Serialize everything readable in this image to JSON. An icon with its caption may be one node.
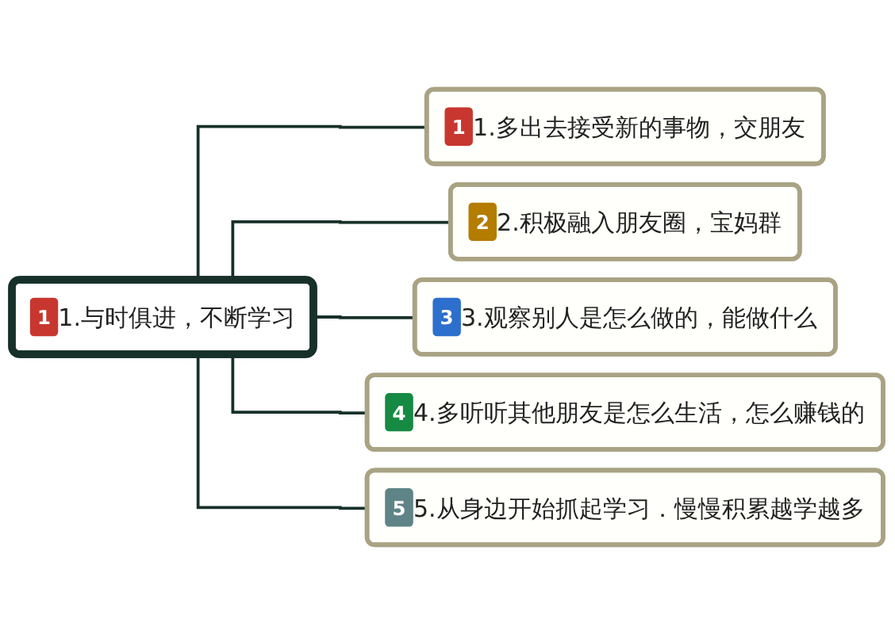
{
  "diagram": {
    "nodes": [
      {
        "text": [
          "1",
          "1.与时俱进，不断学习"
        ]
      },
      {
        "text": [
          "1",
          "1.多出去接受新的事物，交朋友"
        ]
      },
      {
        "text": [
          "2",
          "2.积极融入朋友圈，宝妈群"
        ]
      },
      {
        "text": [
          "3",
          "3.观察别人是怎么做的，能做什么"
        ]
      },
      {
        "text": [
          "4",
          "4.多听听其他朋友是怎么生活，怎么赚钱的"
        ]
      },
      {
        "text": [
          "5",
          "5.从身边开始抓起学习．慢慢积累越学越多"
        ]
      }
    ],
    "edges": [
      {
        "from": 0,
        "to": 1,
        "arrow": "none"
      },
      {
        "from": 0,
        "to": 2,
        "arrow": "none"
      },
      {
        "from": 0,
        "to": 3,
        "arrow": "none"
      },
      {
        "from": 0,
        "to": 4,
        "arrow": "none"
      },
      {
        "from": 0,
        "to": 5,
        "arrow": "none"
      }
    ]
  }
}
